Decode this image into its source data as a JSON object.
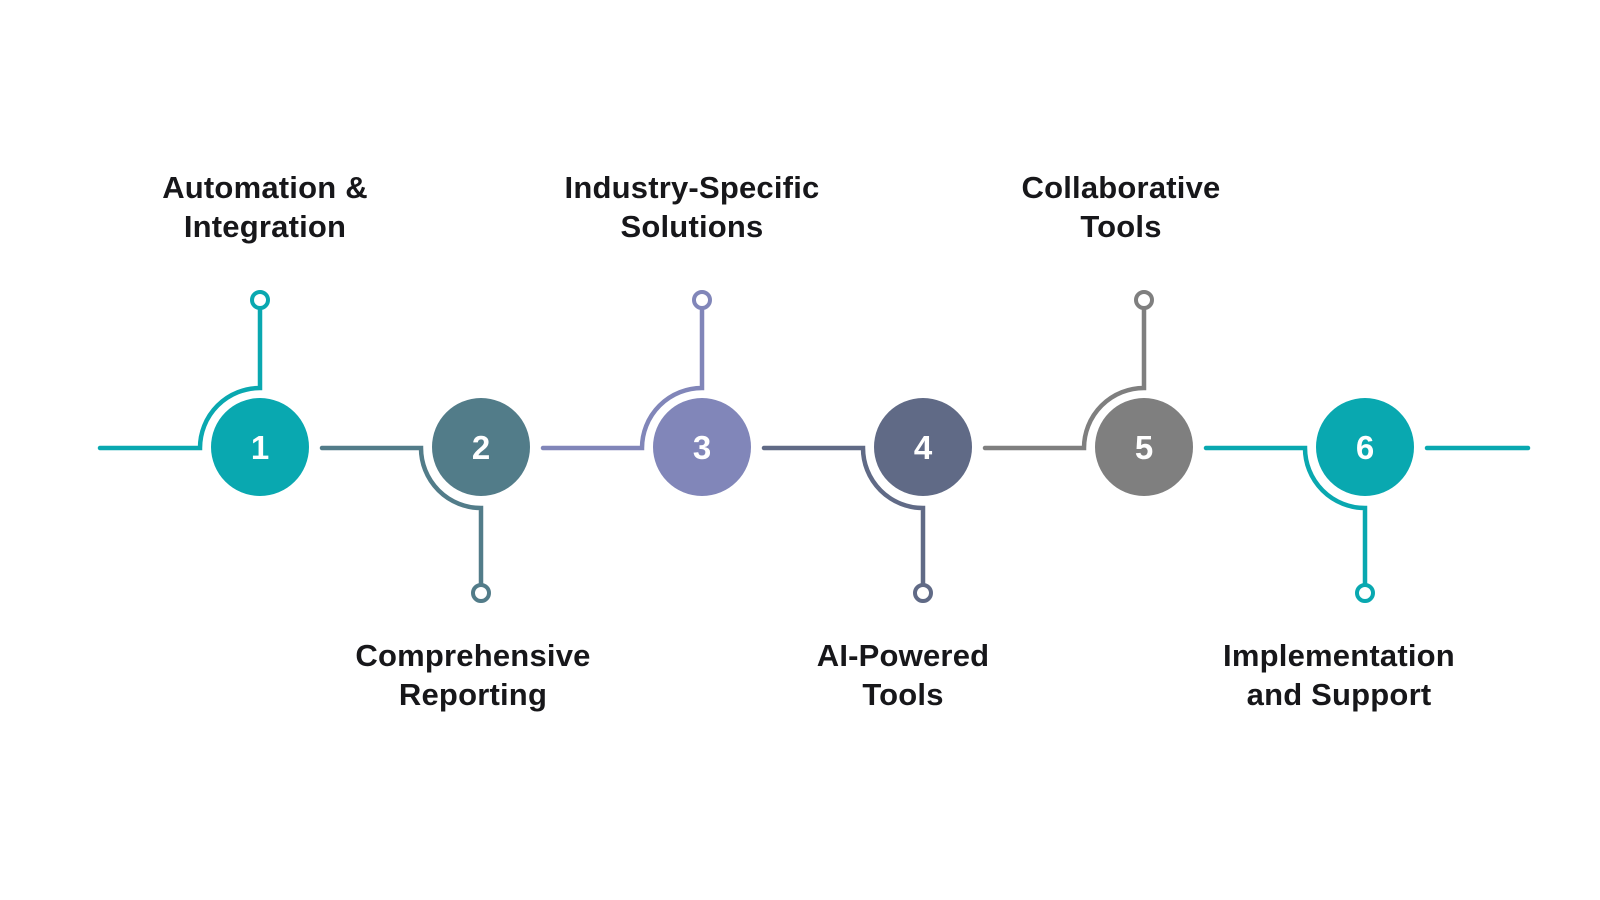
{
  "diagram": {
    "type": "process-timeline",
    "background": "#FFFFFF",
    "text_color": "#17171A",
    "steps": [
      {
        "number": "1",
        "label_line1": "Automation &",
        "label_line2": "Integration",
        "color": "#09A8B0",
        "label_position": "above"
      },
      {
        "number": "2",
        "label_line1": "Comprehensive",
        "label_line2": "Reporting",
        "color": "#527C89",
        "label_position": "below"
      },
      {
        "number": "3",
        "label_line1": "Industry-Specific",
        "label_line2": "Solutions",
        "color": "#8186B9",
        "label_position": "above"
      },
      {
        "number": "4",
        "label_line1": "AI-Powered",
        "label_line2": "Tools",
        "color": "#606A86",
        "label_position": "below"
      },
      {
        "number": "5",
        "label_line1": "Collaborative",
        "label_line2": "Tools",
        "color": "#7F7F7F",
        "label_position": "above"
      },
      {
        "number": "6",
        "label_line1": "Implementation",
        "label_line2": "and Support",
        "color": "#09A8B0",
        "label_position": "below"
      }
    ]
  }
}
